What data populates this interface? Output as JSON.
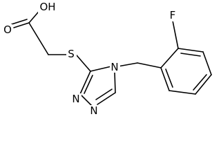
{
  "molecule": {
    "atoms": {
      "hydroxyl_oxygen": "OH",
      "carbonyl_oxygen": "O",
      "sulfur": "S",
      "triazole_n4": "N",
      "triazole_n2": "N",
      "triazole_n1": "N",
      "fluorine": "F"
    }
  },
  "colors": {
    "bond": "#000000",
    "background": "#ffffff"
  }
}
